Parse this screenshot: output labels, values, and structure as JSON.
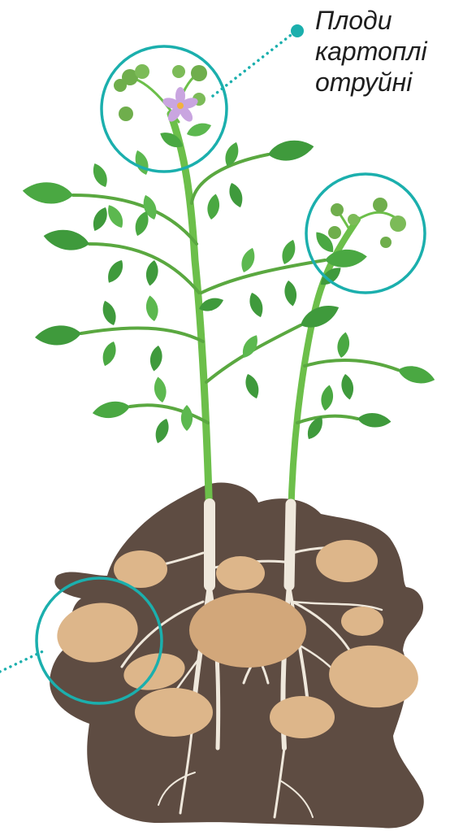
{
  "callout": {
    "lines": [
      "Плоди",
      "картоплі",
      "отруйні"
    ]
  },
  "colors": {
    "accent": "#1bafad",
    "soil": "#5e4c42",
    "leaf": "#3f9a3c",
    "leaf_light": "#5cb84f",
    "stem": "#6cbf4a",
    "root": "#efe8dc",
    "tuber": "#d2a77a",
    "tuber_light": "#ddb68a",
    "berry": "#6fae4c",
    "flower": "#c9a5e0"
  },
  "icons": [
    "potato-plant-illustration",
    "flower-icon",
    "berry-cluster-icon",
    "tuber-icon"
  ]
}
